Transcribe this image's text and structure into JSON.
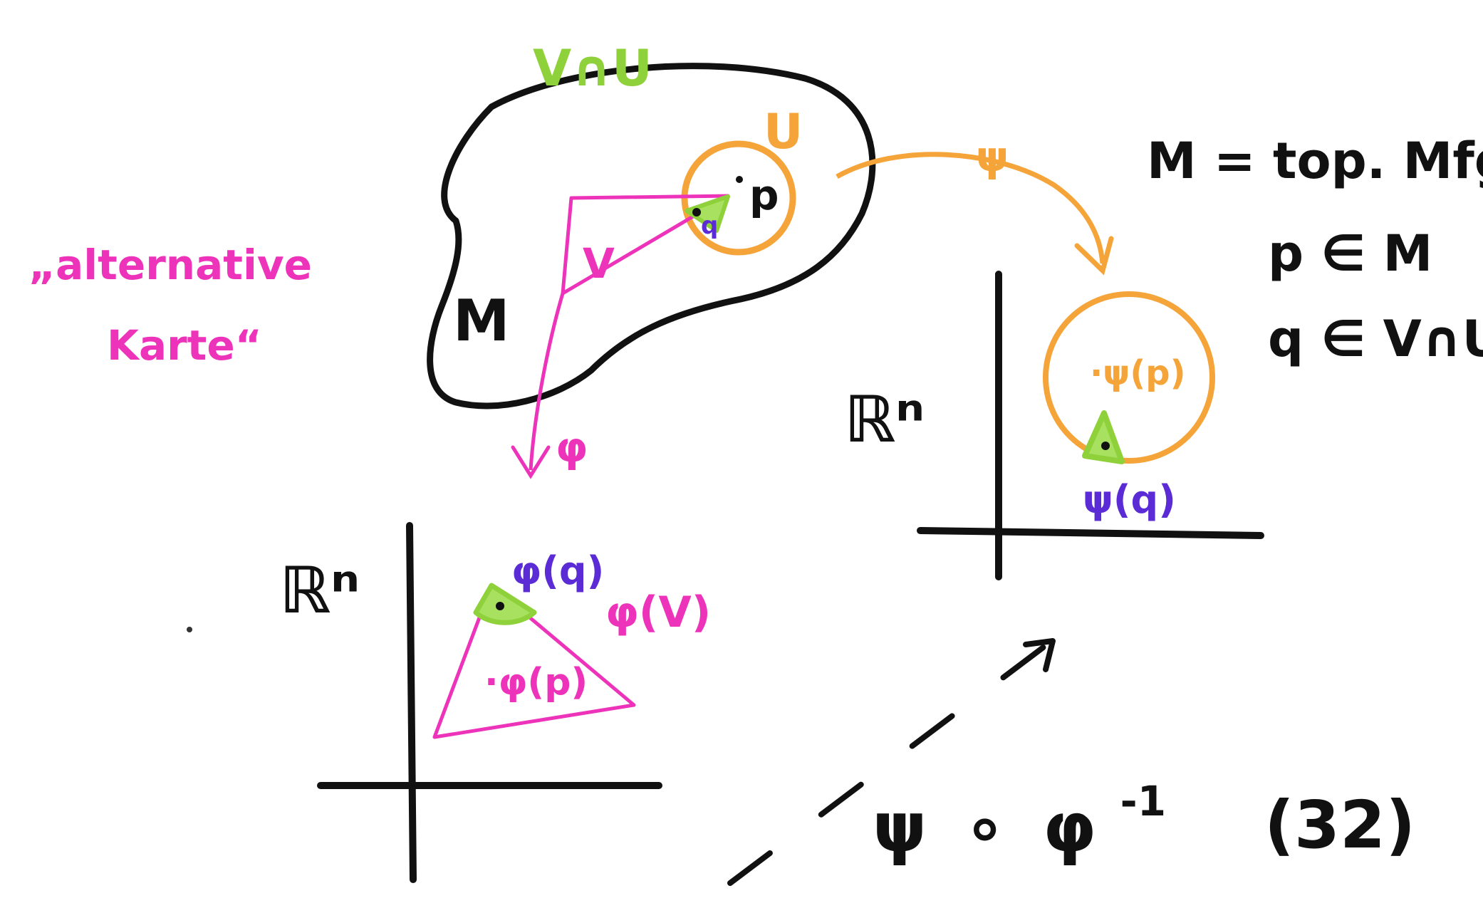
{
  "colors": {
    "black": "#111111",
    "pink": "#ee33bb",
    "orange": "#f5a43a",
    "green": "#8fd13a",
    "purple": "#5b2bd6"
  },
  "labels": {
    "vnu": "V∩U",
    "u": "U",
    "p": "p",
    "v": "V",
    "m": "M",
    "q": "q",
    "psi": "ψ",
    "phi": "φ",
    "alt_chart_line1": "„alternative",
    "alt_chart_line2": "Karte“",
    "rn_left": "ℝⁿ",
    "rn_right": "ℝⁿ",
    "phi_q": "φ(q)",
    "phi_v": "φ(V)",
    "phi_p": "·φ(p)",
    "psi_p": "·ψ(p)",
    "psi_q": "ψ(q)",
    "transition_psi": "ψ",
    "transition_circ": "∘",
    "transition_phi": "φ",
    "transition_exp": "-1",
    "eq_number": "(32)"
  },
  "notes": {
    "line1": "M = top. Mfg",
    "line2": "p ∈ M",
    "line3": "q ∈ V∩U"
  }
}
